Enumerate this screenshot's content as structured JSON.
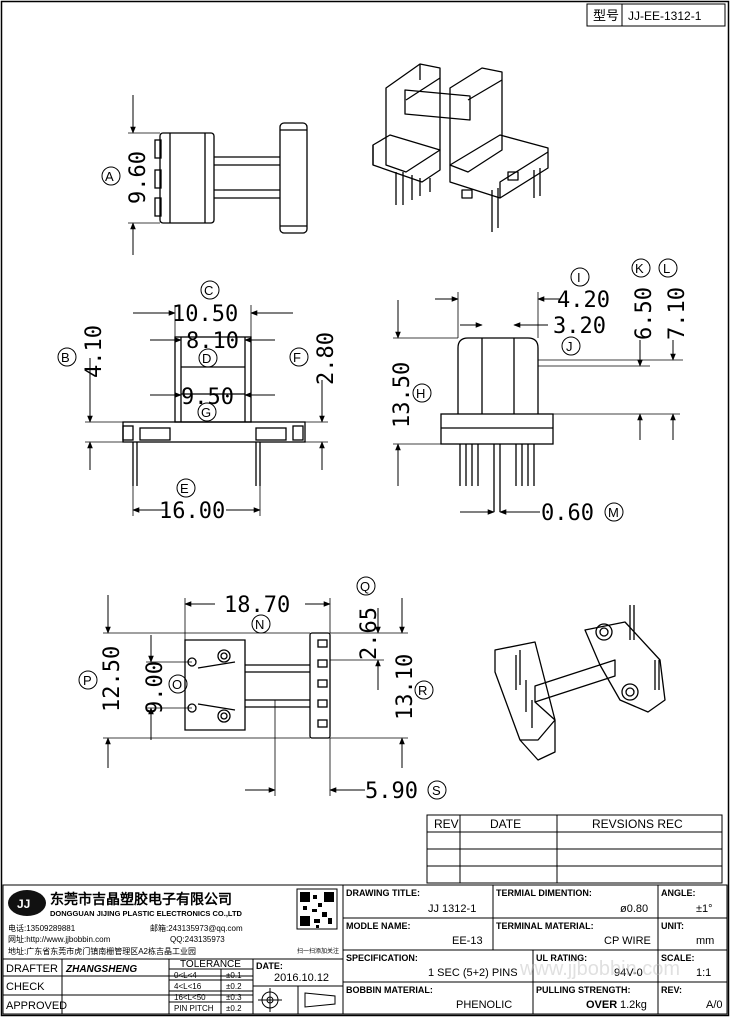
{
  "header": {
    "model_label": "型号",
    "model_value": "JJ-EE-1312-1"
  },
  "dimensions": {
    "a": "9.60",
    "c": "10.50",
    "d": "8.10",
    "b": "4.10",
    "f": "2.80",
    "g": "9.50",
    "e": "16.00",
    "i": "4.20",
    "k": "6.50",
    "l": "7.10",
    "j": "3.20",
    "h": "13.50",
    "m": "0.60",
    "n": "18.70",
    "q": "2.65",
    "p": "12.50",
    "o": "9.00",
    "r": "13.10",
    "s": "5.90"
  },
  "callouts": {
    "a": "A",
    "b": "B",
    "c": "C",
    "d": "D",
    "e": "E",
    "f": "F",
    "g": "G",
    "h": "H",
    "i": "I",
    "j": "J",
    "k": "K",
    "l": "L",
    "m": "M",
    "n": "N",
    "o": "O",
    "p": "P",
    "q": "Q",
    "r": "R",
    "s": "S"
  },
  "revision_table": {
    "col_rev": "REV",
    "col_date": "DATE",
    "col_rec": "REVSIONS REC"
  },
  "company": {
    "logo": "JJ",
    "name_cn": "东莞市吉晶塑胶电子有限公司",
    "name_en": "DONGGUAN JIJING PLASTIC ELECTRONICS CO.,LTD",
    "phone": "电话:13509289881",
    "email": "邮箱:243135973@qq.com",
    "web": "网址:http://www.jjbobbin.com",
    "qq": "QQ:243135973",
    "address": "地址:广东省东莞市虎门镇南栅管理区A2栋吉晶工业园",
    "qr_caption": "扫一扫添加关注"
  },
  "title_block": {
    "drawing_title_label": "DRAWING TITLE:",
    "drawing_title_value": "JJ 1312-1",
    "terminal_dim_label": "TERMIAL DIMENTION:",
    "terminal_dim_value": "ø0.80",
    "angle_label": "ANGLE:",
    "angle_value": "±1°",
    "model_name_label": "MODLE NAME:",
    "model_name_value": "EE-13",
    "terminal_mat_label": "TERMINAL MATERIAL:",
    "terminal_mat_value": "CP WIRE",
    "unit_label": "UNIT:",
    "unit_value": "mm",
    "spec_label": "SPECIFICATION:",
    "spec_value": "1 SEC (5+2) PINS",
    "ul_label": "UL RATING:",
    "ul_value": "94V-0",
    "scale_label": "SCALE:",
    "scale_value": "1:1",
    "bobbin_label": "BOBBIN MATERIAL:",
    "bobbin_value": "PHENOLIC",
    "pull_label": "PULLING STRENGTH:",
    "pull_over": "OVER",
    "pull_value": "1.2kg",
    "rev_label": "REV:",
    "rev_value": "A/0",
    "drafter_label": "DRAFTER",
    "drafter_value": "ZHANGSHENG",
    "check_label": "CHECK",
    "approved_label": "APPROVED",
    "tolerance_label": "TOLERANCE",
    "tol_rows": [
      {
        "range": "0<L<4",
        "tol": "±0.1"
      },
      {
        "range": "4<L<16",
        "tol": "±0.2"
      },
      {
        "range": "16<L<50",
        "tol": "±0.3"
      },
      {
        "range": "PIN PITCH",
        "tol": "±0.2"
      }
    ],
    "date_label": "DATE:",
    "date_value": "2016.10.12"
  },
  "watermark": "www.jjbobbin.com"
}
